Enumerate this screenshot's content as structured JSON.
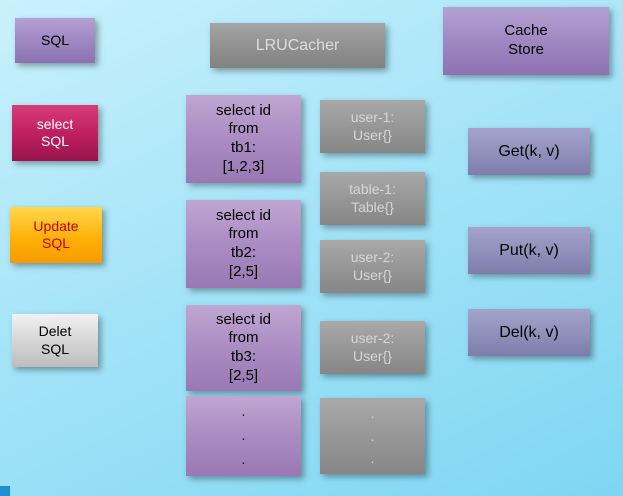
{
  "colors": {
    "background_top": "#c9f1fc",
    "background_bottom": "#7fd6f2",
    "purple": "#a18ac4",
    "slate_blue": "#9191bc",
    "magenta": "#c02060",
    "orange": "#ffb10a",
    "silver": "#d6d6d6",
    "gray": "#979797"
  },
  "nodes": {
    "sql": {
      "label": "SQL"
    },
    "select_sql": {
      "label": "select\nSQL"
    },
    "update_sql": {
      "label": "Update\nSQL"
    },
    "delete_sql": {
      "label": "Delet\nSQL"
    },
    "lru_cacher": {
      "label": "LRUCacher"
    },
    "cache_store": {
      "label": "Cache\nStore"
    },
    "query1": {
      "label": "select id\nfrom\ntb1:\n[1,2,3]"
    },
    "query2": {
      "label": "select id\nfrom\ntb2:\n[2,5]"
    },
    "query3": {
      "label": "select id\nfrom\ntb3:\n[2,5]"
    },
    "query_dots": {
      "label": ".\n.\n."
    },
    "cache_entry1": {
      "label": "user-1:\nUser{}"
    },
    "cache_entry2": {
      "label": "table-1:\nTable{}"
    },
    "cache_entry3": {
      "label": "user-2:\nUser{}"
    },
    "cache_entry4": {
      "label": "user-2:\nUser{}"
    },
    "cache_dots": {
      "label": ".\n.\n."
    },
    "get_op": {
      "label": "Get(k, v)"
    },
    "put_op": {
      "label": "Put(k, v)"
    },
    "del_op": {
      "label": "Del(k, v)"
    }
  }
}
